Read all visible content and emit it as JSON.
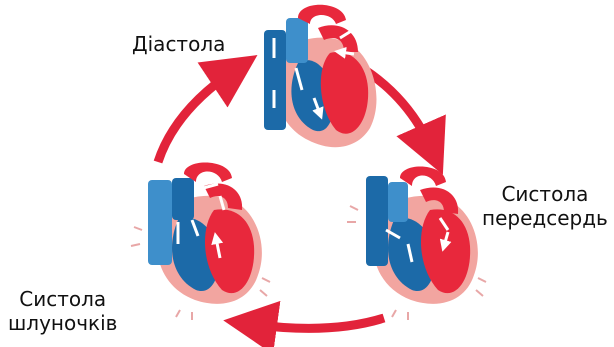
{
  "labels": {
    "diastole": "Діастола",
    "atrial_systole_line1": "Систола",
    "atrial_systole_line2": "передсердь",
    "ventricular_systole_line1": "Систола",
    "ventricular_systole_line2": "шлуночків"
  },
  "colors": {
    "arrow": "#e2233a",
    "oxygenated": "#e8283c",
    "deoxygenated": "#1c6aa8",
    "deoxygenated_light": "#3e8fcb",
    "muscle": "#f2a5a0",
    "flow_arrow": "#ffffff",
    "text": "#111111"
  }
}
